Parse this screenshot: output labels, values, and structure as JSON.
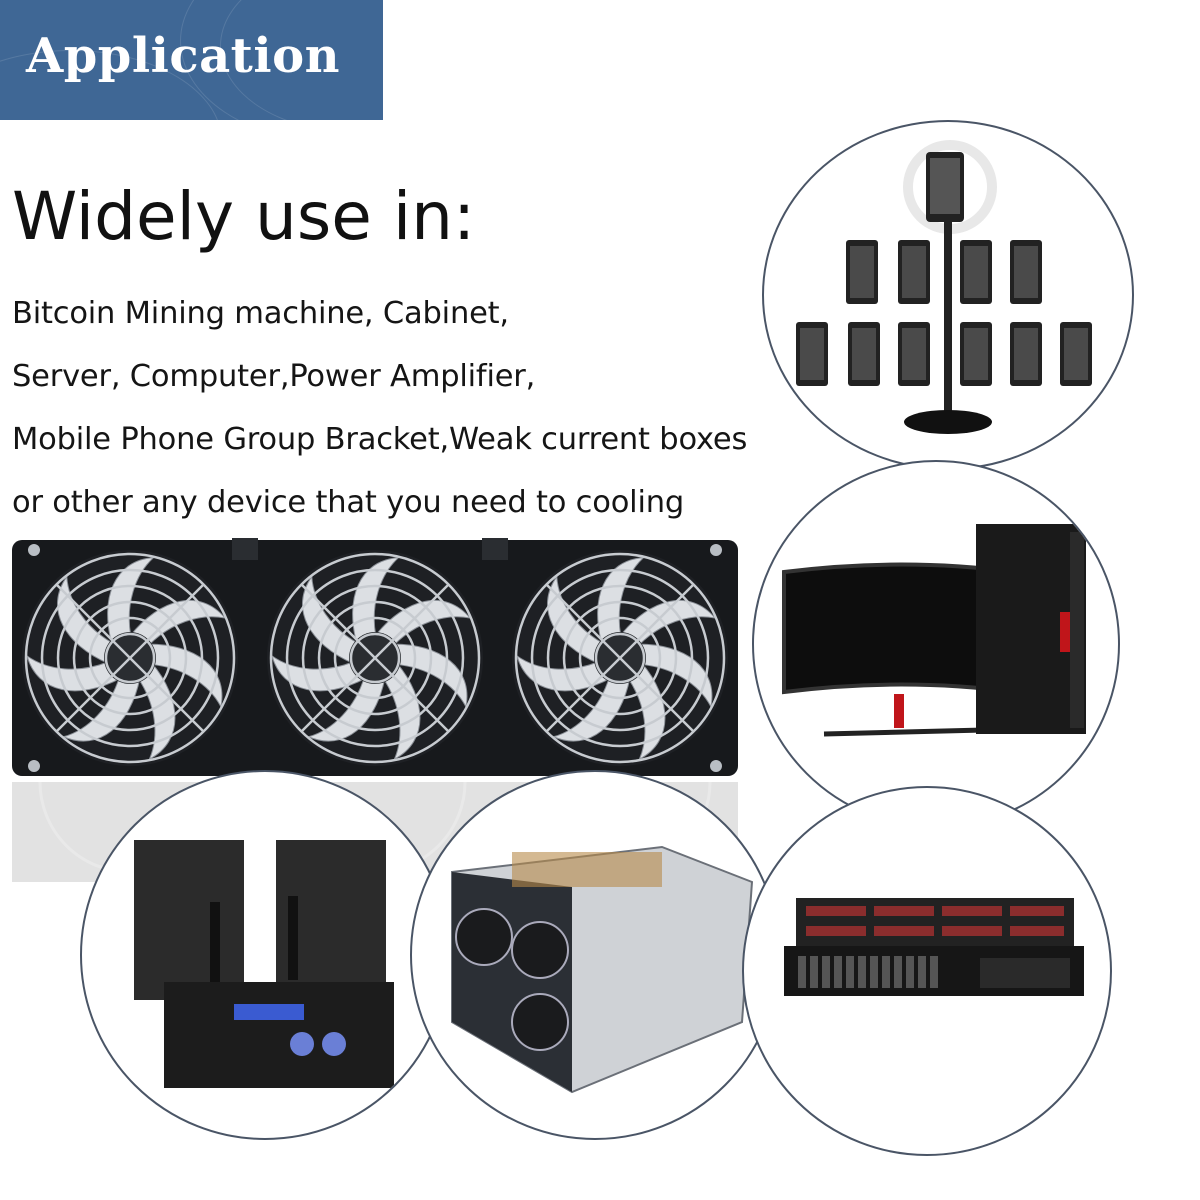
{
  "banner": {
    "title": "Application"
  },
  "heading": "Widely use in:",
  "lines": [
    "Bitcoin Mining machine, Cabinet,",
    "Server, Computer,Power Amplifier,",
    "Mobile Phone Group Bracket,Weak current boxes",
    "or other any device that you need to cooling"
  ],
  "product": {
    "fan_count": 3,
    "name": "triple-fan-unit"
  },
  "applications": [
    {
      "name": "phone-group-bracket-image"
    },
    {
      "name": "computer-monitor-image"
    },
    {
      "name": "power-amplifier-speakers-image"
    },
    {
      "name": "mining-rig-image"
    },
    {
      "name": "rack-server-image"
    }
  ],
  "colors": {
    "banner_bg": "#3f6795",
    "circle_border": "#4a5566",
    "text": "#151515"
  }
}
